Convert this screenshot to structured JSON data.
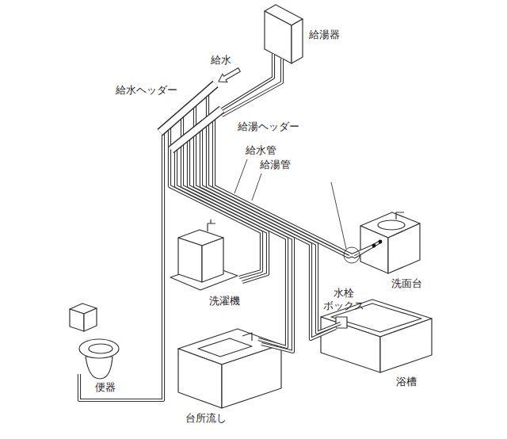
{
  "diagram": {
    "labels": [
      "給湯器",
      "給水",
      "給水ヘッダー",
      "給湯ヘッダー",
      "給水管",
      "給湯管",
      "洗面台",
      "洗濯機",
      "水栓 ボックス",
      "浴槽",
      "便器",
      "台所流し"
    ]
  }
}
